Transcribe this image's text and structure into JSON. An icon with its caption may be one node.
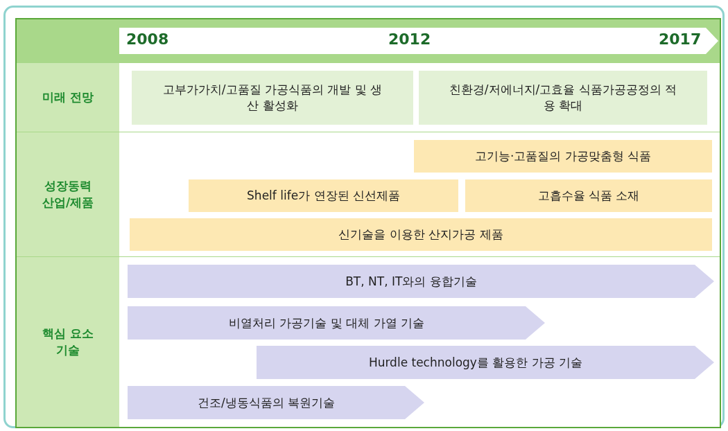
{
  "diagram": {
    "nodes": [
      {
        "text": [
          "미래 전망"
        ]
      },
      {
        "text": [
          "고부가가치/고품질 가공식품의 개발 및 생산 활성화"
        ],
        "in": 0
      },
      {
        "text": [
          "친환경/저에너지/고효율 식품가공공정의 적용 확대"
        ],
        "in": 0
      },
      {
        "text": [
          "성장동력 산업/제품"
        ]
      },
      {
        "text": [
          "고기능·고품질의 가공맞춤형 식품"
        ],
        "in": 3
      },
      {
        "text": [
          "Shelf life가 연장된 신선제품"
        ],
        "in": 3
      },
      {
        "text": [
          "고흡수율 식품 소재"
        ],
        "in": 3
      },
      {
        "text": [
          "신기술을 이용한 산지가공 제품"
        ],
        "in": 3
      },
      {
        "text": [
          "핵심 요소 기술"
        ]
      },
      {
        "text": [
          "BT, NT, IT와의 융합기술"
        ],
        "in": 8
      },
      {
        "text": [
          "비열처리 가공기술 및 대체 가열 기술"
        ],
        "in": 8
      },
      {
        "text": [
          "Hurdle technology를 활용한 가공 기술"
        ],
        "in": 8
      },
      {
        "text": [
          "건조/냉동식품의 복원기술"
        ],
        "in": 8
      }
    ],
    "edges": [],
    "labels": [
      "2008",
      "2012",
      "2017"
    ]
  }
}
